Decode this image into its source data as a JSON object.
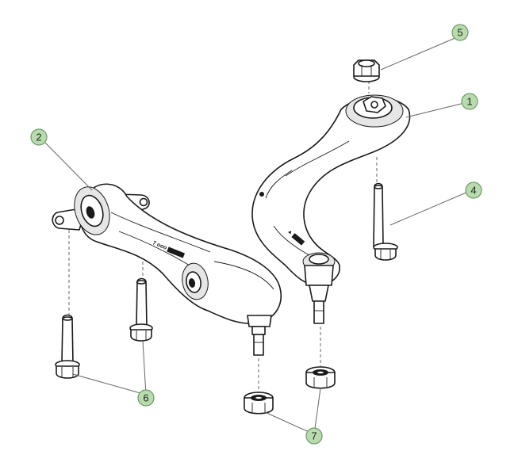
{
  "callouts": [
    {
      "id": "1",
      "label": "1"
    },
    {
      "id": "2",
      "label": "2"
    },
    {
      "id": "4",
      "label": "4"
    },
    {
      "id": "5",
      "label": "5"
    },
    {
      "id": "6",
      "label": "6"
    },
    {
      "id": "7",
      "label": "7"
    }
  ],
  "colors": {
    "callout_fill": "#b8dcae",
    "callout_stroke": "#6f9a66",
    "line_art": "#1a1a1a"
  }
}
